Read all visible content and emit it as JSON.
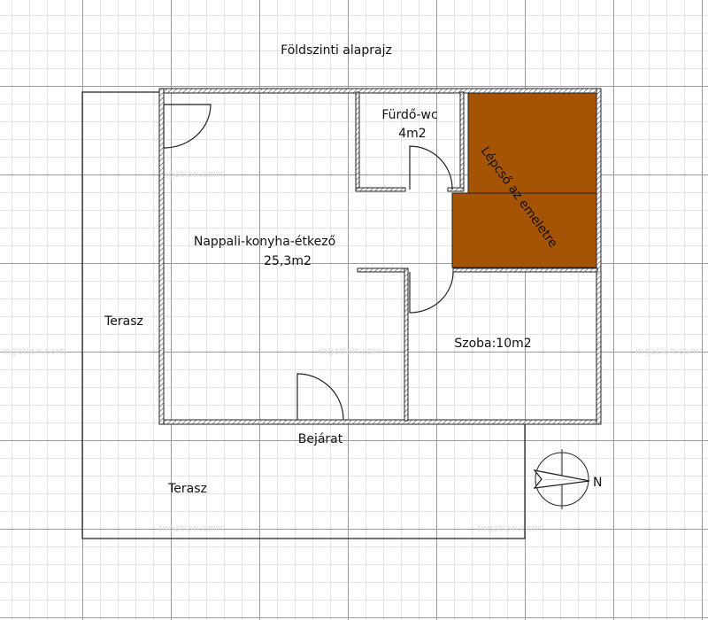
{
  "title": "Földszinti alaprajz",
  "rooms": {
    "living": {
      "name": "Nappali-konyha-étkező",
      "area": "25,3m2"
    },
    "bath": {
      "name": "Fürdő-wc",
      "area": "4m2"
    },
    "room": {
      "name": "Szoba:10m2"
    },
    "stairs": {
      "name": "Lépcső az emeletre"
    }
  },
  "terrace_side": "Terasz",
  "terrace_front": "Terasz",
  "entrance": "Bejárat",
  "compass_letter": "N",
  "watermark": "ingatlan.com",
  "colors": {
    "stairs": "#a55305",
    "wall": "#222222",
    "grid_major": "#9a9a9a",
    "grid_minor": "#e4e4e4"
  },
  "icons": {
    "compass": "compass-rose-icon"
  }
}
